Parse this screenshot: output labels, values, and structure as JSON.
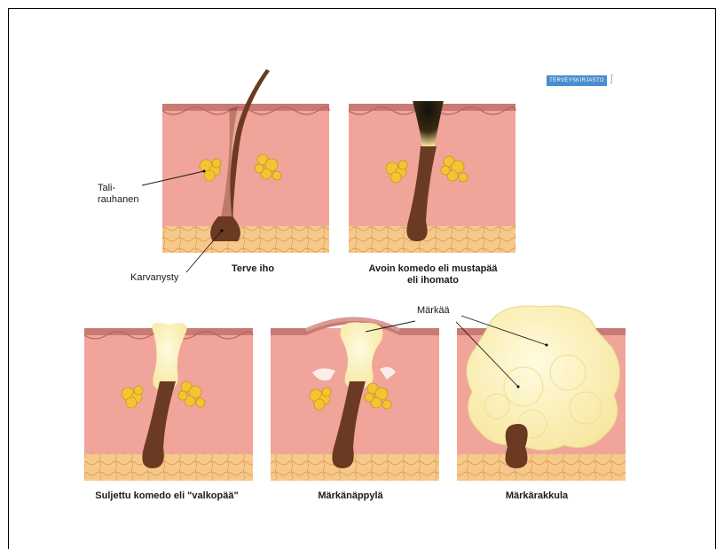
{
  "source_badge": "TERVEYSKIRJASTO",
  "labels": {
    "sebaceous_gland": "Tali-\nrauhanen",
    "hair_follicle": "Karvanysty",
    "pus": "Märkää"
  },
  "captions": {
    "healthy": "Terve iho",
    "open_comedo": "Avoin komedo eli mustapää\neli ihomato",
    "closed_comedo": "Suljettu komedo eli \"valkopää\"",
    "papule": "Märkänäppylä",
    "pustule": "Märkärakkula"
  },
  "colors": {
    "dermis": "#f1a49a",
    "epidermis": "#c97a73",
    "fat": "#f6c98a",
    "hair": "#6b3a22",
    "gland": "#f4c532",
    "pus": "#fbf0b4",
    "badge": "#4a8ed0"
  }
}
